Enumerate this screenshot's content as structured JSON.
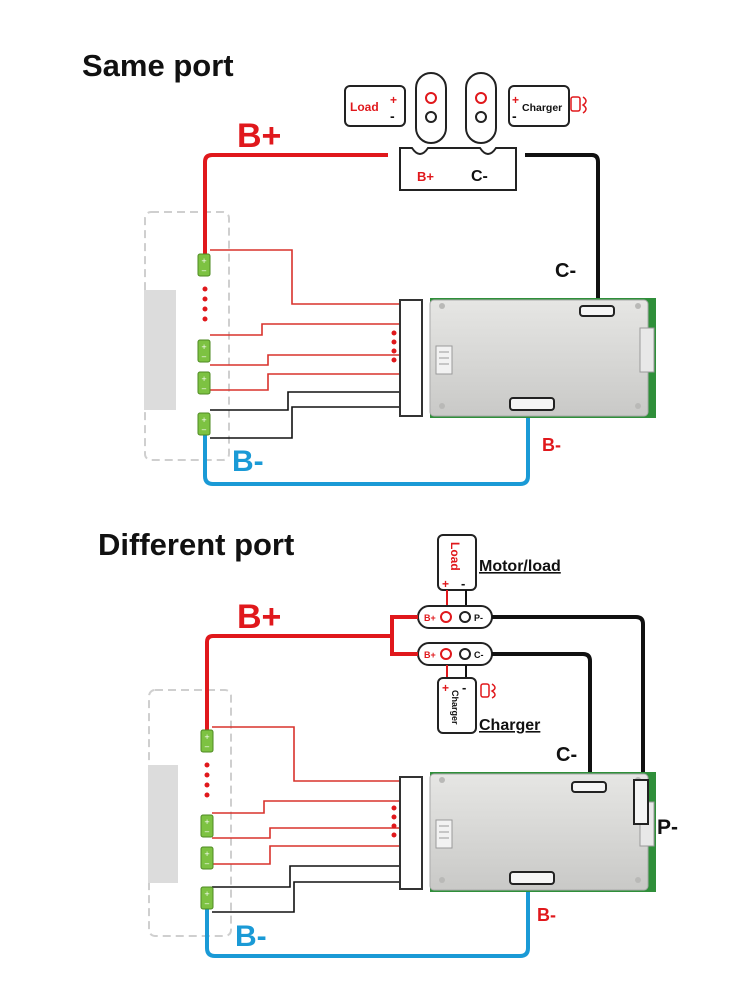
{
  "colors": {
    "positive": "#e0181c",
    "negative_b": "#1a9ad6",
    "negative_c": "#111111",
    "sense_red": "#d9322c",
    "cell_green": "#7dc242",
    "board_metal": "#d8d8d6",
    "pcb_green": "#2f8f3a"
  },
  "diagram_same_port": {
    "title": "Same port",
    "b_plus_label": "B+",
    "b_minus_label": "B-",
    "c_minus_label": "C-",
    "pcb_b_minus_label": "B-",
    "load_label": "Load",
    "charger_label": "Charger",
    "connector_b_plus": "B+",
    "connector_c_minus": "C-",
    "plus_sign": "+",
    "minus_sign": "-"
  },
  "diagram_different_port": {
    "title": "Different port",
    "b_plus_label": "B+",
    "b_minus_label": "B-",
    "c_minus_label": "C-",
    "p_minus_label": "P-",
    "pcb_b_minus_label": "B-",
    "load_label": "Load",
    "charger_label": "Charger",
    "motor_load_text": "Motor/load",
    "charger_text": "Charger",
    "terminal_p_b_plus": "B+",
    "terminal_p_minus": "P-",
    "terminal_c_b_plus": "B+",
    "terminal_c_minus": "C-",
    "plus_sign": "+",
    "minus_sign": "-"
  }
}
